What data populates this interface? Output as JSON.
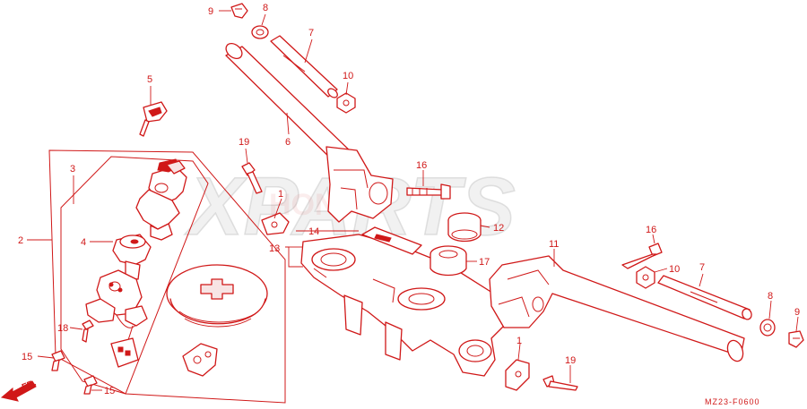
{
  "watermark": "XPARTS",
  "brand": "HONDA",
  "front_indicator": "FR.",
  "diagram_code": "MZ23-F0600",
  "callouts": [
    {
      "id": "c1a",
      "number": "1"
    },
    {
      "id": "c1b",
      "number": "1"
    },
    {
      "id": "c2",
      "number": "2"
    },
    {
      "id": "c3",
      "number": "3"
    },
    {
      "id": "c4",
      "number": "4"
    },
    {
      "id": "c5",
      "number": "5"
    },
    {
      "id": "c6",
      "number": "6"
    },
    {
      "id": "c7a",
      "number": "7"
    },
    {
      "id": "c7b",
      "number": "7"
    },
    {
      "id": "c8a",
      "number": "8"
    },
    {
      "id": "c8b",
      "number": "8"
    },
    {
      "id": "c9a",
      "number": "9"
    },
    {
      "id": "c9b",
      "number": "9"
    },
    {
      "id": "c10a",
      "number": "10"
    },
    {
      "id": "c10b",
      "number": "10"
    },
    {
      "id": "c11",
      "number": "11"
    },
    {
      "id": "c12",
      "number": "12"
    },
    {
      "id": "c13",
      "number": "13"
    },
    {
      "id": "c14",
      "number": "14"
    },
    {
      "id": "c15a",
      "number": "15"
    },
    {
      "id": "c15b",
      "number": "15"
    },
    {
      "id": "c16a",
      "number": "16"
    },
    {
      "id": "c16b",
      "number": "16"
    },
    {
      "id": "c17",
      "number": "17"
    },
    {
      "id": "c18",
      "number": "18"
    },
    {
      "id": "c19a",
      "number": "19"
    },
    {
      "id": "c19b",
      "number": "19"
    }
  ],
  "colors": {
    "line": "#d01818",
    "watermark": "#d7d7d7",
    "background": "#ffffff"
  }
}
